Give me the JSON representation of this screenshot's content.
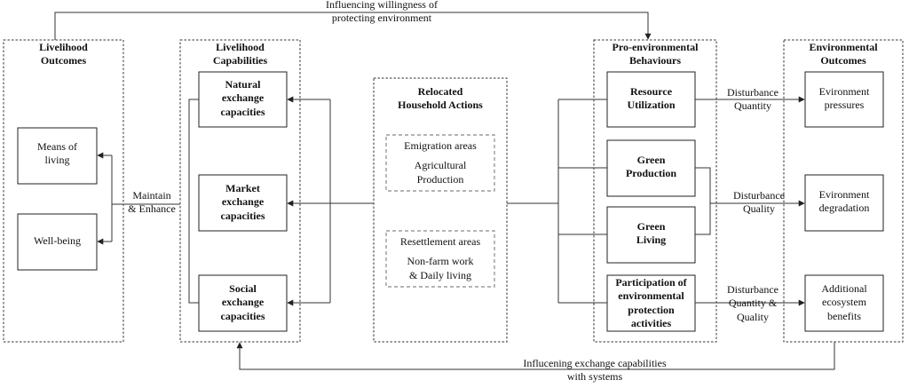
{
  "top_flow": {
    "line1": "Influencing willingness of",
    "line2": "protecting environment"
  },
  "bottom_flow": {
    "line1": "Influcening exchange capabilities",
    "line2": "with systems"
  },
  "livelihood_outcomes": {
    "title1": "Livelihood",
    "title2": "Outcomes",
    "means1": "Means of",
    "means2": "living",
    "wellbeing": "Well-being"
  },
  "maintain": {
    "line1": "Maintain",
    "line2": "& Enhance"
  },
  "capabilities": {
    "title1": "Livelihood",
    "title2": "Capabilities",
    "natural": [
      "Natural",
      "exchange",
      "capacities"
    ],
    "market": [
      "Market",
      "exchange",
      "capacities"
    ],
    "social": [
      "Social",
      "exchange",
      "capacities"
    ]
  },
  "actions": {
    "title1": "Relocated",
    "title2": "Household Actions",
    "emigration": {
      "head": "Emigration areas",
      "line1": "Agricultural",
      "line2": "Production"
    },
    "resettlement": {
      "head": "Resettlement areas",
      "line1": "Non-farm work",
      "line2": "& Daily living"
    }
  },
  "behaviours": {
    "title1": "Pro-environmental",
    "title2": "Behaviours",
    "resource": [
      "Resource",
      "Utilization"
    ],
    "green_production": [
      "Green",
      "Production"
    ],
    "green_living": [
      "Green",
      "Living"
    ],
    "participation": [
      "Participation of",
      "environmental",
      "protection",
      "activities"
    ]
  },
  "disturbances": {
    "d1": [
      "Disturbance",
      "Quantity"
    ],
    "d2": [
      "Disturbance",
      "Quality"
    ],
    "d3": [
      "Disturbance",
      "Quantity &",
      "Quality"
    ]
  },
  "env_outcomes": {
    "title1": "Environmental",
    "title2": "Outcomes",
    "pressures": [
      "Evironment",
      "pressures"
    ],
    "degradation": [
      "Evironment",
      "degradation"
    ],
    "benefits": [
      "Additional",
      "ecosystem",
      "benefits"
    ]
  }
}
